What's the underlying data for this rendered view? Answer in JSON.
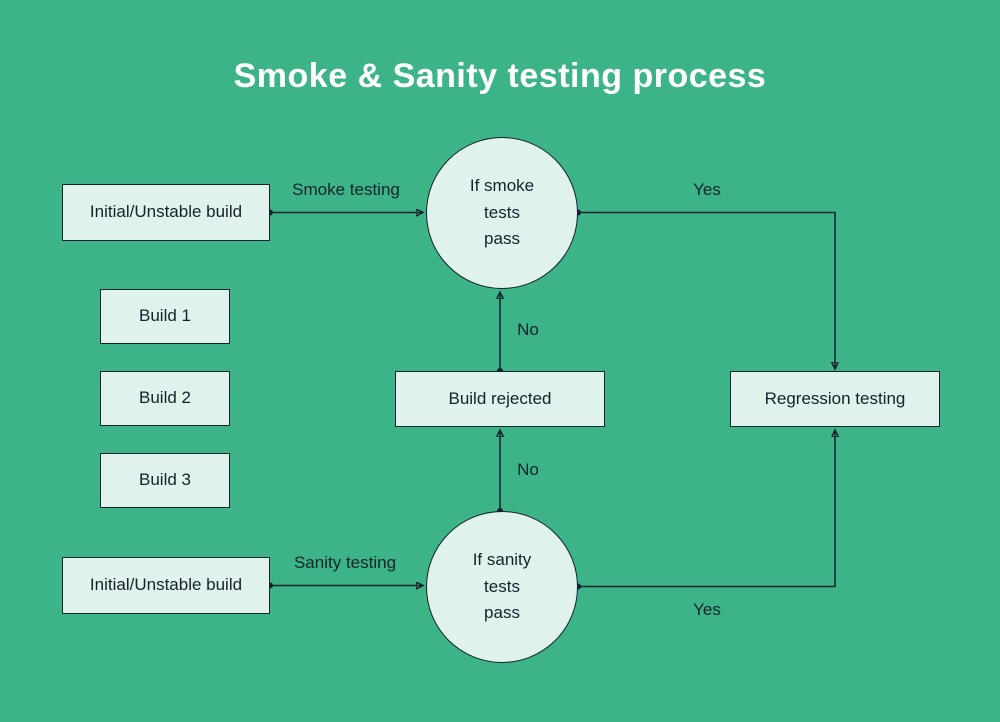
{
  "title": "Smoke & Sanity testing process",
  "colors": {
    "background": "#3CB487",
    "node_fill": "#DFF2EB",
    "stroke": "#14222F",
    "title_color": "#FFFFFF"
  },
  "nodes": {
    "initial_build_top": {
      "label": "Initial/Unstable build"
    },
    "build_1": {
      "label": "Build 1"
    },
    "build_2": {
      "label": "Build 2"
    },
    "build_3": {
      "label": "Build 3"
    },
    "initial_build_bottom": {
      "label": "Initial/Unstable build"
    },
    "smoke_decision": {
      "label": "If smoke\ntests\npass"
    },
    "sanity_decision": {
      "label": "If sanity\ntests\npass"
    },
    "build_rejected": {
      "label": "Build rejected"
    },
    "regression_testing": {
      "label": "Regression testing"
    }
  },
  "edges": {
    "smoke_testing_label": "Smoke testing",
    "sanity_testing_label": "Sanity testing",
    "yes_smoke_label": "Yes",
    "yes_sanity_label": "Yes",
    "no_smoke_label": "No",
    "no_sanity_label": "No"
  }
}
